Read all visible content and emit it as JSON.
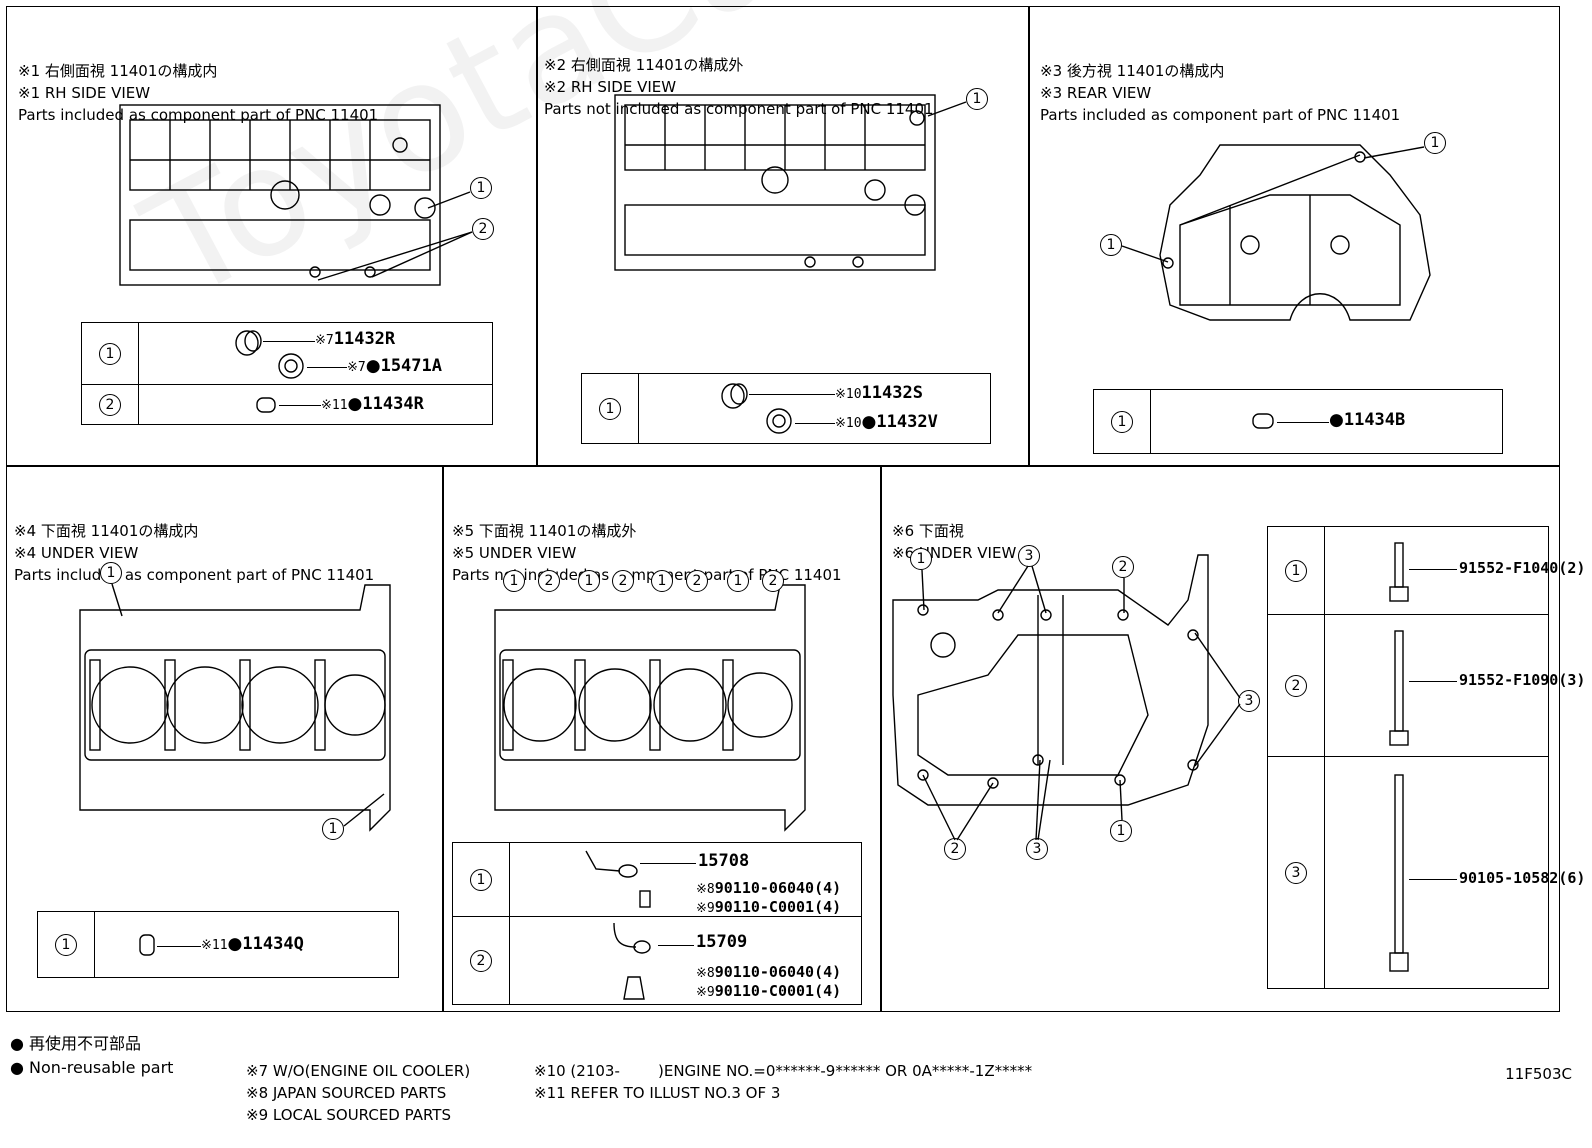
{
  "watermark": "ToyotaCarWin.ru",
  "panels": [
    {
      "id": "p1",
      "lines": [
        "※1 右側面視 11401の構成内",
        "※1 RH SIDE VIEW",
        "Parts included as component part of PNC 11401"
      ],
      "rows": [
        {
          "n": "1",
          "parts": [
            {
              "note": "※7",
              "pn": "11432R",
              "dot": ""
            },
            {
              "note": "※7",
              "pn": "15471A",
              "dot": "●"
            }
          ]
        },
        {
          "n": "2",
          "parts": [
            {
              "note": "※11",
              "pn": "11434R",
              "dot": "●"
            }
          ]
        }
      ]
    },
    {
      "id": "p2",
      "lines": [
        "※2 右側面視 11401の構成外",
        "※2 RH SIDE VIEW",
        "Parts not included as component part of PNC 11401"
      ],
      "rows": [
        {
          "n": "1",
          "parts": [
            {
              "note": "※10",
              "pn": "11432S",
              "dot": ""
            },
            {
              "note": "※10",
              "pn": "11432V",
              "dot": "●"
            }
          ]
        }
      ]
    },
    {
      "id": "p3",
      "lines": [
        "※3 後方視 11401の構成内",
        "※3 REAR VIEW",
        "Parts included as component part of PNC 11401"
      ],
      "rows": [
        {
          "n": "1",
          "parts": [
            {
              "note": "",
              "pn": "11434B",
              "dot": "●"
            }
          ]
        }
      ]
    },
    {
      "id": "p4",
      "lines": [
        "※4 下面視 11401の構成内",
        "※4 UNDER VIEW",
        "Parts included as component part of PNC 11401"
      ],
      "rows": [
        {
          "n": "1",
          "parts": [
            {
              "note": "※11",
              "pn": "11434Q",
              "dot": "●"
            }
          ]
        }
      ]
    },
    {
      "id": "p5",
      "lines": [
        "※5 下面視 11401の構成外",
        "※5 UNDER VIEW",
        "Parts not included as component part of PNC 11401"
      ],
      "rows": [
        {
          "n": "1",
          "parts": [
            {
              "note": "",
              "pn": "15708",
              "dot": ""
            },
            {
              "note": "※8",
              "pn": "90110-06040(4)",
              "dot": ""
            },
            {
              "note": "※9",
              "pn": "90110-C0001(4)",
              "dot": ""
            }
          ]
        },
        {
          "n": "2",
          "parts": [
            {
              "note": "",
              "pn": "15709",
              "dot": ""
            },
            {
              "note": "※8",
              "pn": "90110-06040(4)",
              "dot": ""
            },
            {
              "note": "※9",
              "pn": "90110-C0001(4)",
              "dot": ""
            }
          ]
        }
      ]
    },
    {
      "id": "p6",
      "lines": [
        "※6 下面視",
        "※6 UNDER VIEW"
      ],
      "rows": [
        {
          "n": "1",
          "parts": [
            {
              "note": "",
              "pn": "91552-F1040(2)",
              "dot": ""
            }
          ]
        },
        {
          "n": "2",
          "parts": [
            {
              "note": "",
              "pn": "91552-F1090(3)",
              "dot": ""
            }
          ]
        },
        {
          "n": "3",
          "parts": [
            {
              "note": "",
              "pn": "90105-10582(6)",
              "dot": ""
            }
          ]
        }
      ]
    }
  ],
  "legend": {
    "jp": "● 再使用不可部品",
    "en": "● Non-reusable part"
  },
  "footnotes": {
    "col1": [
      "※7 W/O(ENGINE OIL COOLER)",
      "※8 JAPAN SOURCED PARTS",
      "※9 LOCAL SOURCED PARTS"
    ],
    "col2": [
      "※10 (2103-        )ENGINE NO.=0******-9****** OR 0A*****-1Z*****",
      "※11 REFER TO ILLUST NO.3 OF 3"
    ]
  },
  "code": "11F503C"
}
